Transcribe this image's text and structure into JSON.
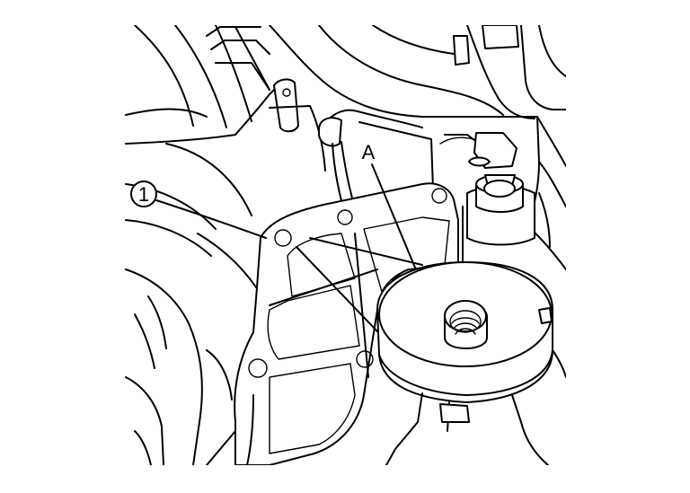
{
  "diagram": {
    "callouts": [
      {
        "id": "part-1",
        "label": "1"
      },
      {
        "id": "part-a",
        "label": "A"
      }
    ]
  }
}
